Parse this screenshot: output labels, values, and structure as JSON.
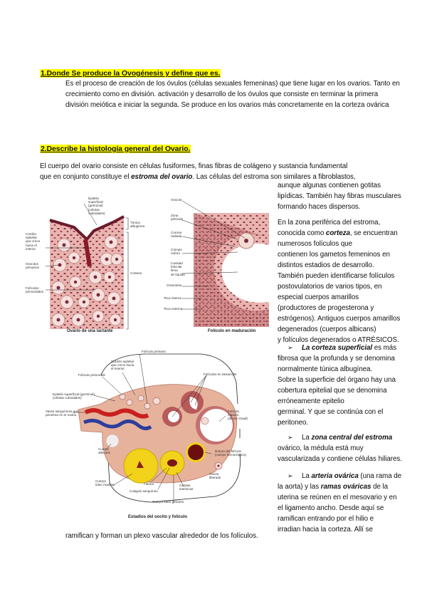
{
  "section1": {
    "heading": "1.Donde Se produce la Ovogénesis y define que es.",
    "lines": [
      "Es el proceso de creación de los óvulos (células sexuales femeninas) que tiene lugar en los ovarios. Tanto en",
      "crecimiento como en división. activación y desarrollo de los óvulos que consiste en terminar la primera",
      "división meiótica e iniciar la segunda. Se produce en los ovarios más concretamente en la corteza ovárica"
    ]
  },
  "section2": {
    "heading": "2.Describe la histología general del Ovario.",
    "intro_line1": "El cuerpo del ovario consiste en células fusiformes, finas fibras de colágeno y sustancia fundamental",
    "intro_line2_a": "que en conjunto constituye el ",
    "intro_line2_em": "estroma del ovario",
    "intro_line2_b": ". Las células del estroma son similares a fibroblastos,",
    "right_col_1": [
      "aunque algunas contienen gotitas",
      "lipídicas. También hay fibras musculares",
      "formando haces dispersos."
    ],
    "right_col_2_a": "En la zona periférica del estroma,",
    "right_col_2_b_pre": "conocida como ",
    "right_col_2_b_em": "corteza",
    "right_col_2_b_post": ", se encuentran",
    "right_col_2_rest": [
      "numerosos folículos que",
      "contienen los gametos femeninos en",
      "distintos estadios de desarrollo.",
      "También pueden identificarse folículos",
      "postovulatorios de varios tipos, en",
      "especial cuerpos amarillos",
      "(productores de progesterona y",
      "estrógenos). Antiguos cuerpos amarillos",
      "degenerados (cuerpos albicans)",
      "y folículos degenerados o ATRÉSICOS."
    ],
    "bullet_glyph": "➢",
    "bullet1_em": "La corteza superficial",
    "bullet1_first_post": " es más",
    "bullet1_rest": [
      "fibrosa que la profunda y se denomina",
      "normalmente túnica albugínea.",
      "Sobre la superficie del órgano hay una",
      "cobertura epitelial que se denomina",
      "erróneamente epitelio",
      "germinal. Y que se continúa con el",
      "peritoneo."
    ],
    "bullet2_pre": "La ",
    "bullet2_em": "zona central del estroma",
    "bullet2_rest": [
      "ovárico, la médula está muy",
      "vascularizada y contiene células hiliares."
    ],
    "bullet3_pre": "La ",
    "bullet3_em": "arteria ovárica",
    "bullet3_post": " (una rama de",
    "bullet3_l2_pre": "la aorta) y las ",
    "bullet3_l2_em": "ramas ováricas",
    "bullet3_l2_post": " de la",
    "bullet3_rest": [
      "uterina se reúnen en el mesovario y en",
      "el ligamento ancho. Desde aquí se",
      "ramifican entrando por el hilio e",
      "irradian hacia la corteza. Allí se"
    ],
    "final_line": "ramifican y forman un plexo vascular alrededor de los folículos."
  },
  "figure1": {
    "caption_left": "Ovario de una lactante",
    "caption_right": "Folículo en maduración",
    "labels_left": {
      "epitelio": "Epitelio\nsuperficial\n(germinal)\n(células\ncuboidales)",
      "cordon": "Cordón\nepitelial\nque crece\nhacia el\ninterior",
      "ovocitos": "Ovocitos\nprimarios",
      "foliculos": "Folículos\nprimordiales",
      "tunica": "Túnica\nalbugínea",
      "corteza": "Corteza"
    },
    "labels_right": {
      "ovocito": "Ovocito",
      "zona": "Zona\npelúcida",
      "corona": "Corona\nradiada",
      "cumulo": "Cúmulo\nooforo",
      "cavidad": "Cavidad\nfolicular\nllena\nde líquido",
      "granulosa": "Granulosa",
      "teca_int": "Teca interna",
      "teca_ext": "Teca externa"
    }
  },
  "figure2": {
    "caption": "Estadios del oocito y folículo",
    "labels": {
      "primario": "Folículo primario",
      "cordon": "Cordón epitelial\nque crece hacia\nel interior",
      "primordial": "Folículo primordial",
      "desarrollo": "Folículos en desarrollo",
      "epitelio": "Epitelio superficial (germinal)\n(células cuboidales)",
      "vasos": "Vasos sanguíneos que\npenetran en el ovario",
      "maduro": "Folículo\nmaduro\n(de De Graaf)",
      "albicans": "Cuerpo\nalbicans",
      "rotura": "Rotura del folículo\n(cuerpo hemorrágico)",
      "oocito": "Oocito\nliberado",
      "luteo_maduro": "Cuerpo\nlúteo maduro",
      "fibrina": "Fibrina",
      "coagulo": "Coágulo sanguíneo",
      "luteinicas": "Células\nluteínicas",
      "luteo_primario": "Cuerpo lúteo primario"
    }
  },
  "colors": {
    "highlight": "#ffff00",
    "tissue_pink": "#e8b4b0",
    "stain_dark": "#8a2a3a",
    "corpus_yellow": "#f2d21a",
    "vessel_red": "#c8201e",
    "vessel_blue": "#2c3e9c"
  }
}
